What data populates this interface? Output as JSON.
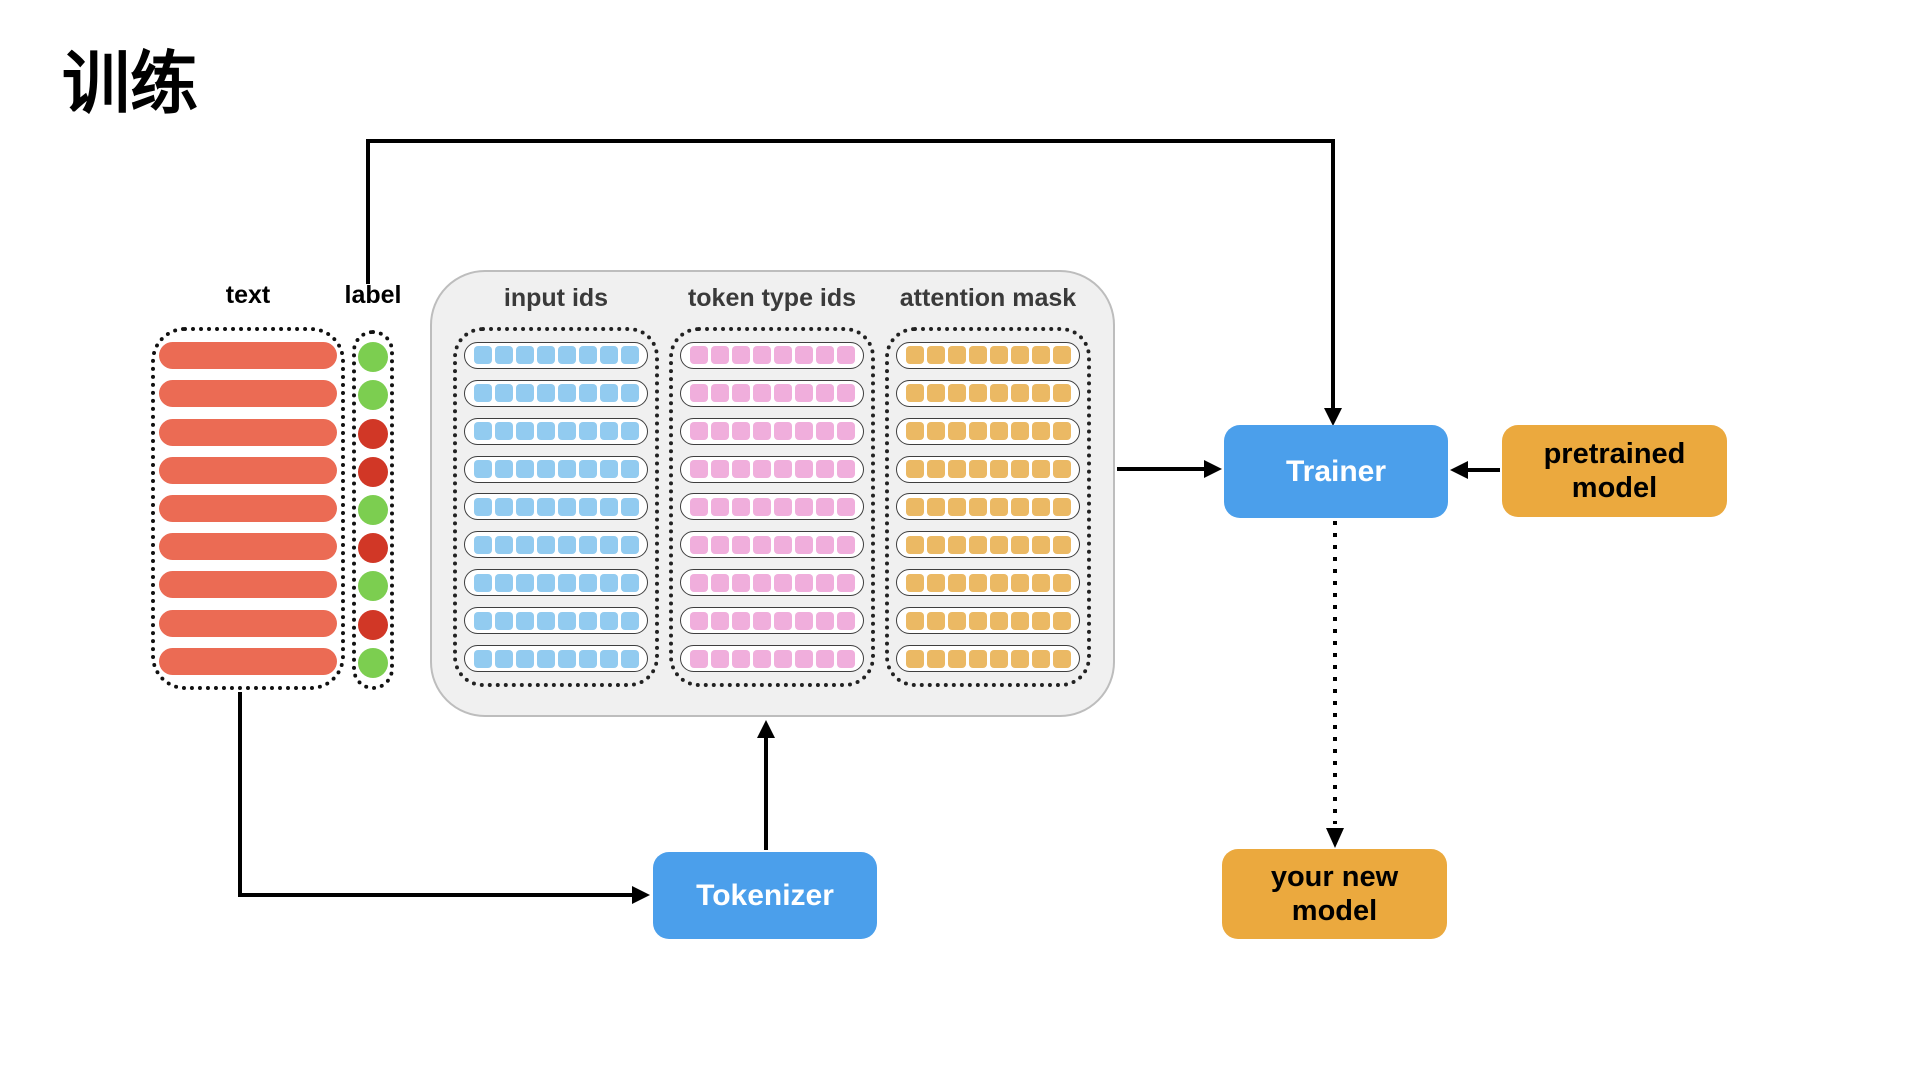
{
  "title": "训练",
  "text_column": {
    "header": "text",
    "bar_count": 9,
    "bar_color": "#EB6B54"
  },
  "label_column": {
    "header": "label",
    "dots": [
      "green",
      "green",
      "red",
      "red",
      "green",
      "red",
      "green",
      "red",
      "green"
    ],
    "dot_colors": {
      "green": "#7CCE50",
      "red": "#D13726"
    }
  },
  "tensor_box": {
    "rows": 9,
    "cells_per_row": 8,
    "background": "#F0F0F0",
    "columns": [
      {
        "id": "input-ids",
        "header": "input ids",
        "cell_color": "#92CBF0"
      },
      {
        "id": "token-type-ids",
        "header": "token type ids",
        "cell_color": "#F0AEDC"
      },
      {
        "id": "attention-mask",
        "header": "attention mask",
        "cell_color": "#EBB964"
      }
    ]
  },
  "nodes": {
    "trainer": {
      "label": "Trainer",
      "color": "#4B9FEB",
      "text_color": "#FFFFFF"
    },
    "pretrained_model": {
      "label": "pretrained model",
      "color": "#EBA93E",
      "text_color": "#000000"
    },
    "tokenizer": {
      "label": "Tokenizer",
      "color": "#4B9FEB",
      "text_color": "#FFFFFF"
    },
    "your_new_model": {
      "label": "your new model",
      "color": "#EBA93E",
      "text_color": "#000000"
    }
  }
}
